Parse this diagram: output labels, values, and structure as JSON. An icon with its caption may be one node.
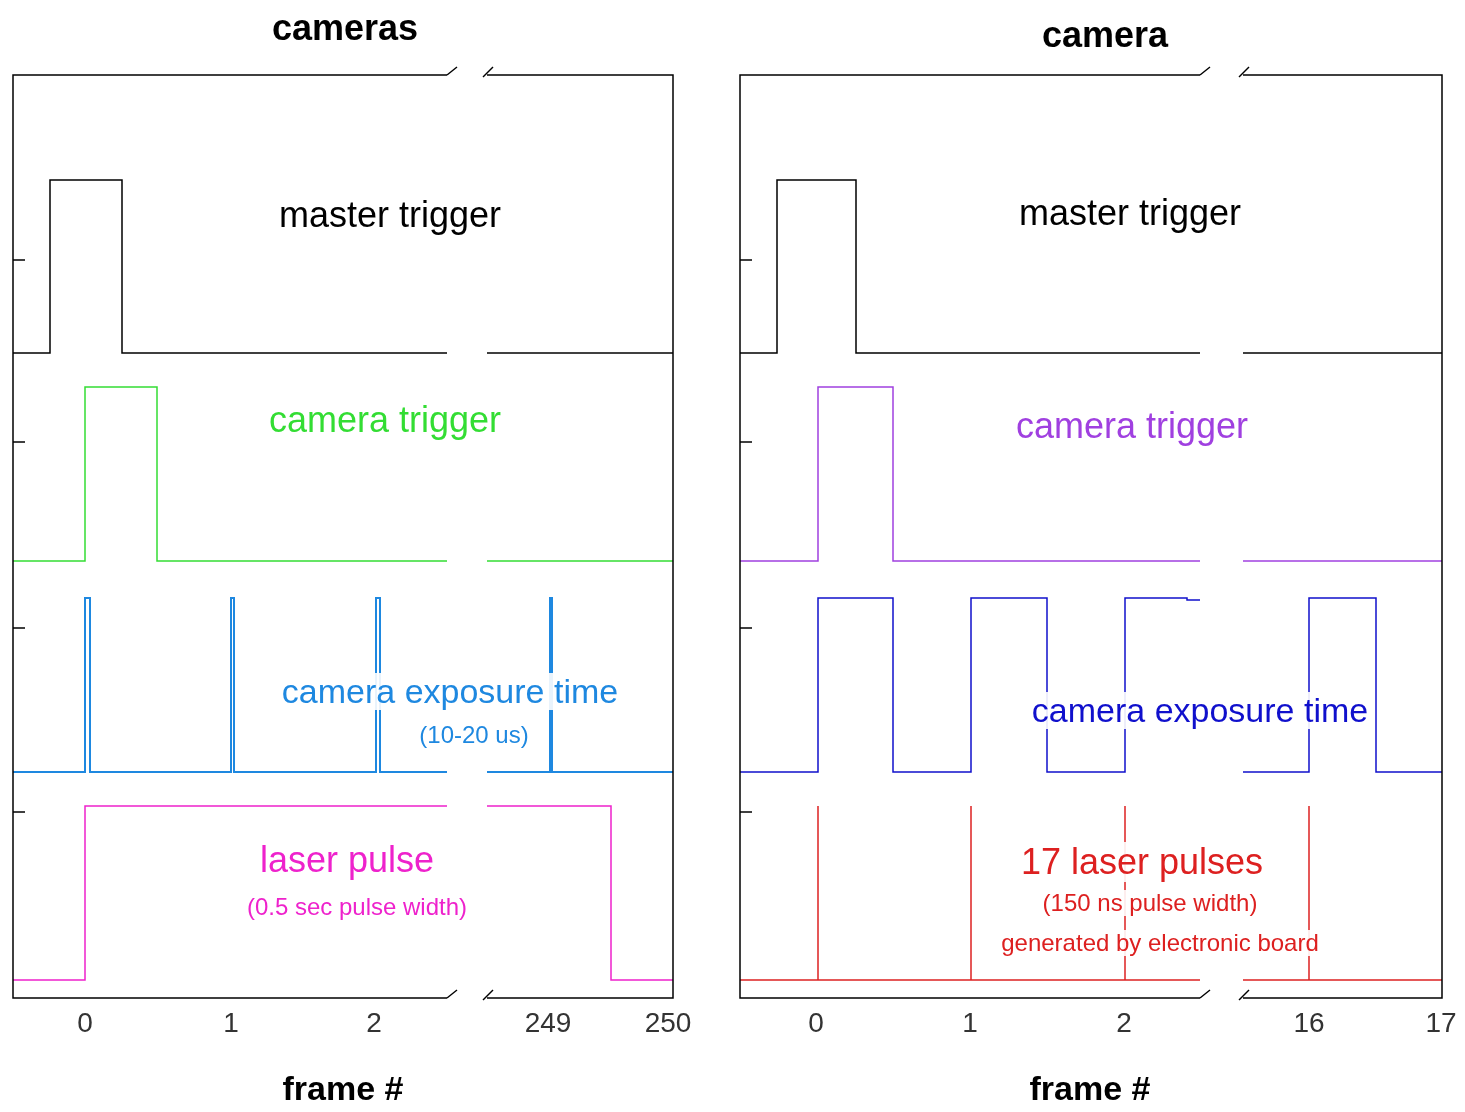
{
  "diagram": {
    "nodes": [
      {
        "text": [
          "cameras"
        ]
      },
      {
        "text": [
          "camera"
        ]
      }
    ],
    "labels": [
      "master trigger",
      "camera trigger",
      "camera exposure time",
      "(10-20 us)",
      "laser pulse",
      "(0.5 sec pulse width)",
      "0",
      "1",
      "2",
      "249",
      "250",
      "frame #",
      "master trigger",
      "camera trigger",
      "camera exposure time",
      "17 laser pulses",
      "(150 ns pulse width)",
      "generated by electronic board",
      "0",
      "1",
      "2",
      "16",
      "17",
      "frame #"
    ]
  }
}
